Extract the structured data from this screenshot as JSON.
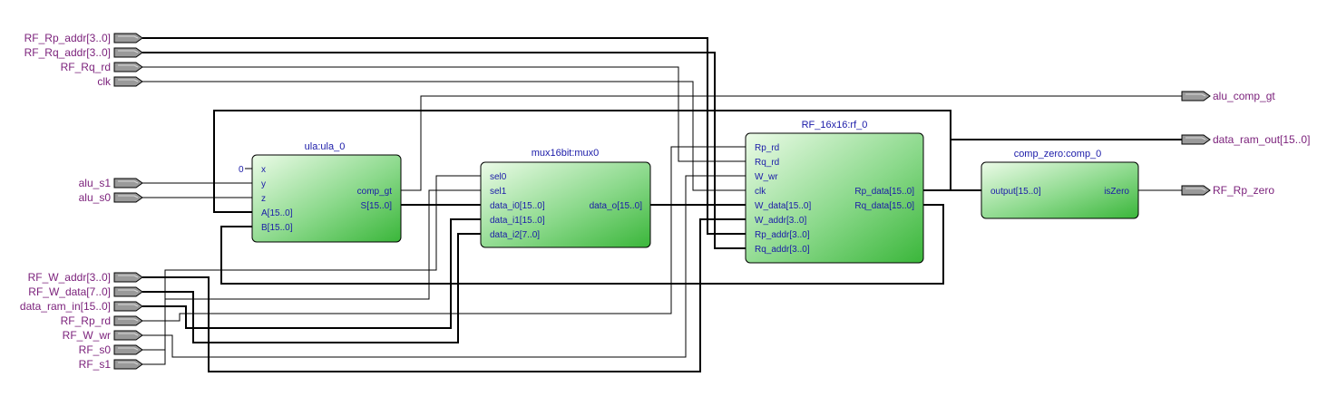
{
  "colors": {
    "pin_label": "#7a1f7a",
    "port_label": "#1a1aa8",
    "block_fill_light": "#ecfbe8",
    "block_fill_dark": "#3ab63a",
    "pin_fill": "#9a9a9a"
  },
  "input_pins": [
    {
      "id": "in-rp-addr",
      "label": "RF_Rp_addr[3..0]"
    },
    {
      "id": "in-rq-addr",
      "label": "RF_Rq_addr[3..0]"
    },
    {
      "id": "in-rq-rd",
      "label": "RF_Rq_rd"
    },
    {
      "id": "in-clk",
      "label": "clk"
    },
    {
      "id": "in-alu-s1",
      "label": "alu_s1"
    },
    {
      "id": "in-alu-s0",
      "label": "alu_s0"
    },
    {
      "id": "in-w-addr",
      "label": "RF_W_addr[3..0]"
    },
    {
      "id": "in-w-data",
      "label": "RF_W_data[7..0]"
    },
    {
      "id": "in-data-ram-in",
      "label": "data_ram_in[15..0]"
    },
    {
      "id": "in-rp-rd",
      "label": "RF_Rp_rd"
    },
    {
      "id": "in-w-wr",
      "label": "RF_W_wr"
    },
    {
      "id": "in-rf-s0",
      "label": "RF_s0"
    },
    {
      "id": "in-rf-s1",
      "label": "RF_s1"
    }
  ],
  "output_pins": [
    {
      "id": "out-alu-comp-gt",
      "label": "alu_comp_gt"
    },
    {
      "id": "out-data-ram-out",
      "label": "data_ram_out[15..0]"
    },
    {
      "id": "out-rp-zero",
      "label": "RF_Rp_zero"
    }
  ],
  "blocks": [
    {
      "id": "ula",
      "title": "ula:ula_0",
      "constant": "0",
      "inputs": [
        "x",
        "y",
        "z",
        "A[15..0]",
        "B[15..0]"
      ],
      "outputs": [
        "comp_gt",
        "S[15..0]"
      ]
    },
    {
      "id": "mux",
      "title": "mux16bit:mux0",
      "inputs": [
        "sel0",
        "sel1",
        "data_i0[15..0]",
        "data_i1[15..0]",
        "data_i2[7..0]"
      ],
      "outputs": [
        "data_o[15..0]"
      ]
    },
    {
      "id": "rf",
      "title": "RF_16x16:rf_0",
      "inputs": [
        "Rp_rd",
        "Rq_rd",
        "W_wr",
        "clk",
        "W_data[15..0]",
        "W_addr[3..0]",
        "Rp_addr[3..0]",
        "Rq_addr[3..0]"
      ],
      "outputs": [
        "Rp_data[15..0]",
        "Rq_data[15..0]"
      ]
    },
    {
      "id": "comp",
      "title": "comp_zero:comp_0",
      "inputs": [
        "output[15..0]"
      ],
      "outputs": [
        "isZero"
      ]
    }
  ]
}
